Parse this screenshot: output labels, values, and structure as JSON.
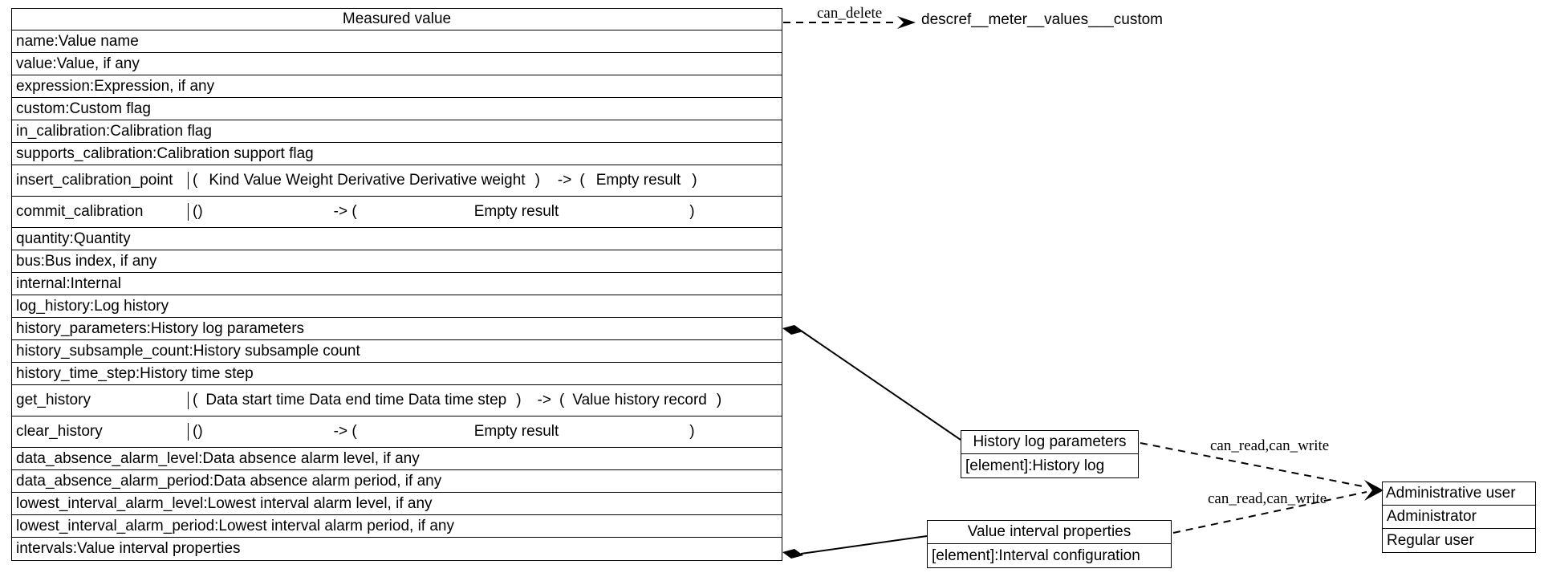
{
  "diagram": {
    "type": "uml-class-diagram",
    "main_class": {
      "title": "Measured value",
      "attributes": [
        "name:Value name",
        "value:Value, if any",
        "expression:Expression, if any",
        "custom:Custom flag",
        "in_calibration:Calibration flag",
        "supports_calibration:Calibration support flag"
      ],
      "methods_upper": [
        {
          "name": "insert_calibration_point",
          "open": "(",
          "params": "Kind  Value  Weight  Derivative  Derivative weight",
          "close": ")",
          "arrow": "->",
          "ret_open": "(",
          "returns": "Empty result",
          "ret_close": ")"
        },
        {
          "name": "commit_calibration",
          "open": "()",
          "params": "",
          "close": "",
          "arrow": "-> (",
          "ret_open": "",
          "returns": "Empty result",
          "ret_close": ")"
        }
      ],
      "attributes_mid": [
        "quantity:Quantity",
        "bus:Bus index, if any",
        "internal:Internal",
        "log_history:Log history",
        "history_parameters:History log parameters",
        "history_subsample_count:History subsample count",
        "history_time_step:History time step"
      ],
      "methods_lower": [
        {
          "name": "get_history",
          "open": "(",
          "params": "Data start time  Data end time  Data time step",
          "close": ")",
          "arrow": "->",
          "ret_open": "(",
          "returns": "Value history record",
          "ret_close": ")"
        },
        {
          "name": "clear_history",
          "open": "()",
          "params": "",
          "close": "",
          "arrow": "-> (",
          "ret_open": "",
          "returns": "Empty result",
          "ret_close": ")"
        }
      ],
      "attributes_tail": [
        "data_absence_alarm_level:Data absence alarm level, if any",
        "data_absence_alarm_period:Data absence alarm period, if any",
        "lowest_interval_alarm_level:Lowest interval alarm level, if any",
        "lowest_interval_alarm_period:Lowest interval alarm period, if any",
        "intervals:Value interval properties"
      ]
    },
    "history_log_parameters": {
      "title": "History log parameters",
      "attributes": [
        "[element]:History log"
      ]
    },
    "value_interval_properties": {
      "title": "Value interval properties",
      "attributes": [
        "[element]:Interval configuration"
      ]
    },
    "administrative_user": {
      "title": "Administrative user",
      "attributes": [
        "Administrator",
        "Regular user"
      ]
    },
    "external_ref": {
      "label": "descref__meter__values___custom"
    },
    "edges": [
      {
        "id": "can-delete",
        "label": "can_delete",
        "style": "dashed",
        "arrow": "open"
      },
      {
        "id": "history-composition",
        "label": "",
        "style": "solid",
        "arrow": "filled-diamond"
      },
      {
        "id": "intervals-composition",
        "label": "",
        "style": "solid",
        "arrow": "filled-diamond"
      },
      {
        "id": "history-perm",
        "label": "can_read,can_write",
        "style": "dashed",
        "arrow": "open"
      },
      {
        "id": "interval-perm",
        "label": "can_read,can_write",
        "style": "dashed",
        "arrow": "open"
      }
    ],
    "colors": {
      "line": "#000000",
      "background": "#ffffff",
      "text": "#000000"
    }
  }
}
